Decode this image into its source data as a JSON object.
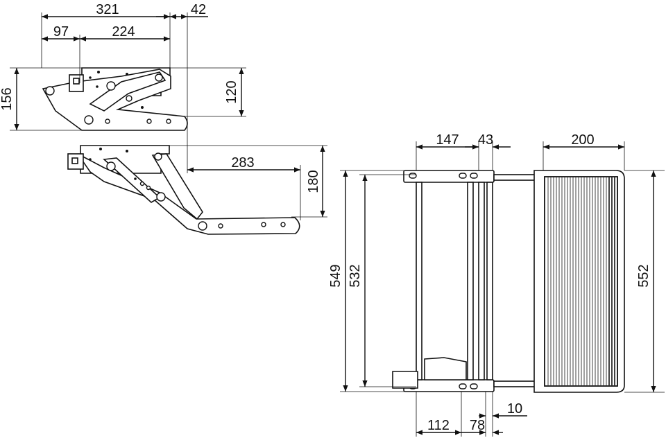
{
  "dimensions": {
    "top_overall_width": "321",
    "top_offset": "42",
    "top_left_segment": "97",
    "top_right_segment": "224",
    "retracted_height": "156",
    "retracted_inner_height": "120",
    "extended_reach": "283",
    "extended_height": "180",
    "plan_frame_width": "147",
    "plan_gap": "43",
    "plan_step_depth": "200",
    "plan_outer_length": "549",
    "plan_inner_length": "532",
    "plan_step_length": "552",
    "plan_bottom_left": "112",
    "plan_bottom_mid": "78",
    "plan_bottom_right": "10"
  }
}
